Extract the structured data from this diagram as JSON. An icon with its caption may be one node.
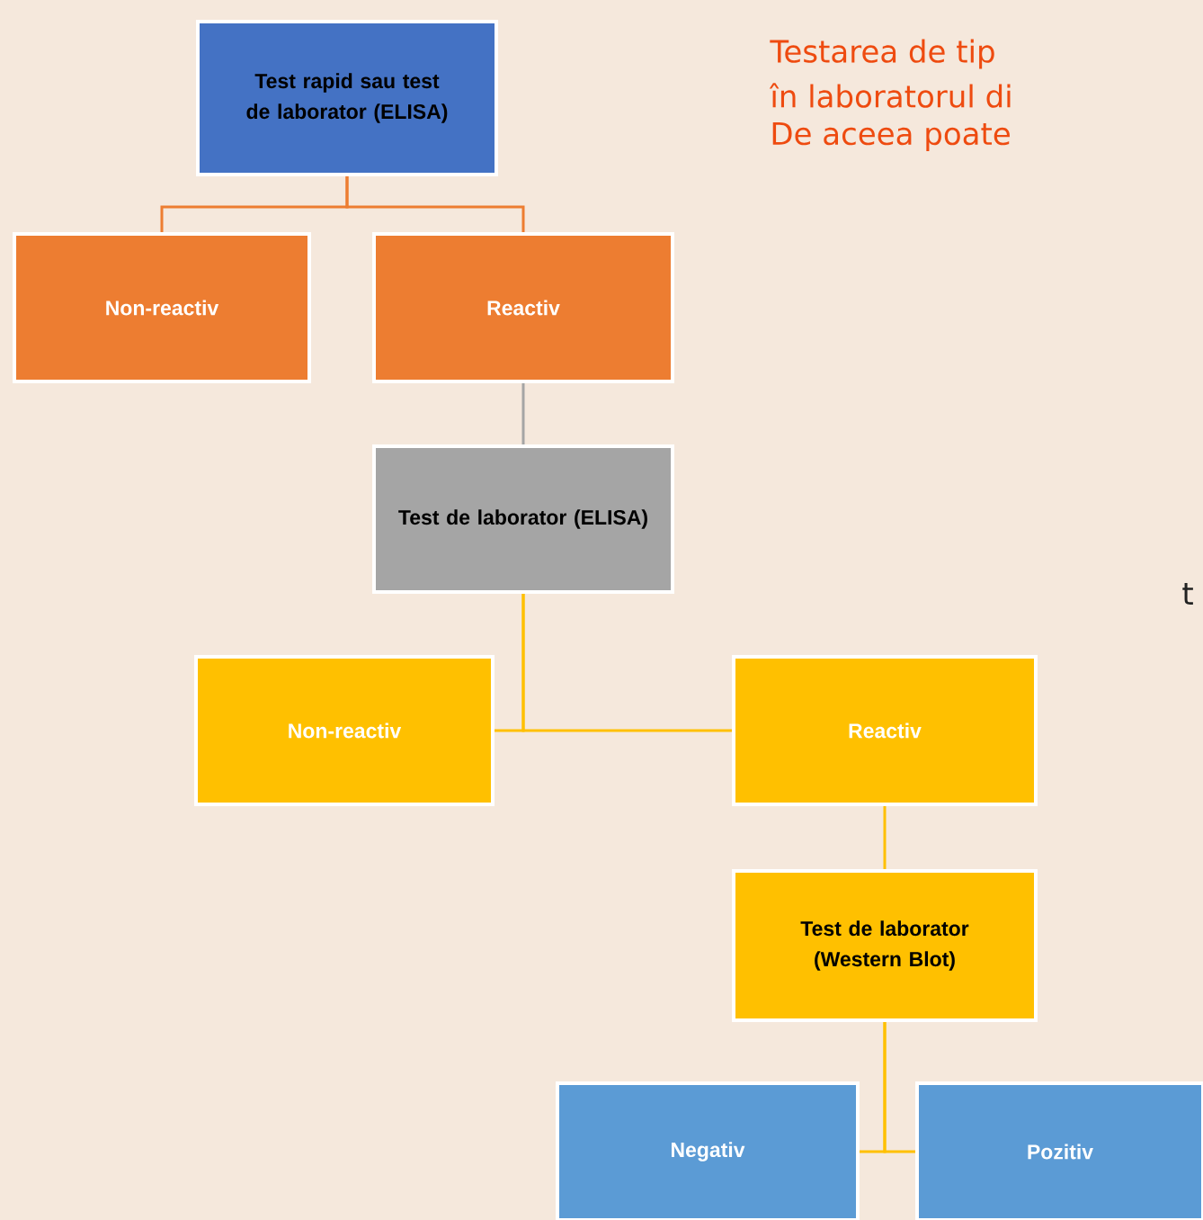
{
  "diagram": {
    "nodes": [
      {
        "text": [
          "Test rapid sau test de laborator (ELISA)"
        ]
      },
      {
        "text": [
          "Non-reactiv"
        ]
      },
      {
        "text": [
          "Reactiv"
        ]
      },
      {
        "text": [
          "Test de laborator (ELISA)"
        ]
      },
      {
        "text": [
          "Non-reactiv"
        ]
      },
      {
        "text": [
          "Reactiv"
        ]
      },
      {
        "text": [
          "Test de laborator (Western Blot)"
        ]
      },
      {
        "text": [
          "Negativ"
        ]
      },
      {
        "text": [
          "Pozitiv"
        ]
      }
    ],
    "edges": [
      {
        "from": 0,
        "to": 1,
        "arrow": "none",
        "color": "#ed7d31"
      },
      {
        "from": 0,
        "to": 2,
        "arrow": "none",
        "color": "#ed7d31"
      },
      {
        "from": 2,
        "to": 3,
        "arrow": "none",
        "color": "#a5a5a5"
      },
      {
        "from": 3,
        "to": 4,
        "arrow": "none"
      },
      {
        "from": 3,
        "to": 5,
        "arrow": "none"
      },
      {
        "from": 5,
        "to": 6,
        "arrow": "none"
      },
      {
        "from": 6,
        "to": 7,
        "arrow": "none"
      },
      {
        "from": 6,
        "to": 8,
        "arrow": "none"
      }
    ],
    "labels": [
      "Testarea de tip",
      "în laboratorul di",
      "De aceea poate",
      "t"
    ]
  }
}
